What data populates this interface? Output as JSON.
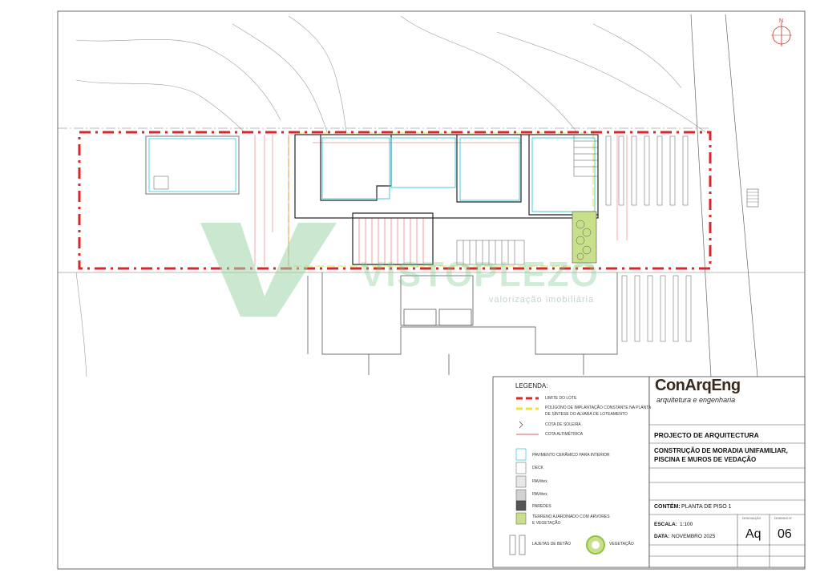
{
  "drawing": {
    "north_label": "N"
  },
  "legend": {
    "title": "LEGENDA:",
    "items": {
      "limite": "LIMITE DO LOTE",
      "poligono_1": "POLÍGONO DE IMPLANTAÇÃO CONSTANTE NA PLANTA",
      "poligono_2": "DE SÍNTESE DO ALVARÁ DE LOTEAMENTO",
      "cota_soleira": "COTA DE SOLEIRA",
      "cota_altimetrica": "COTA ALTIMÉTRICA",
      "pavimento": "PAVIMENTO CERÂMICO PARA INTERIOR",
      "deck": "DECK",
      "pav1": "PAVêtex",
      "pav2": "PAVêtex",
      "paredes": "PAREDES",
      "terreno_1": "TERRENO AJARDINADO COM ÁRVORES",
      "terreno_2": "E VEGETAÇÃO",
      "lajetas": "LAJETAS DE BETÃO",
      "vegetacao": "VEGETAÇÃO"
    },
    "colors": {
      "limit_red": "#d9262b",
      "polygon_yellow": "#e8e23a",
      "deck_cyan": "#35c4d8",
      "wall_gray": "#555555",
      "garden_green": "#c9e08a"
    }
  },
  "title_block": {
    "company": "ConArqEng",
    "company_sub": "arquitetura e engenharia",
    "project_type": "PROJECTO DE ARQUITECTURA",
    "project_line1": "CONSTRUÇÃO DE MORADIA UNIFAMILIAR,",
    "project_line2": "PISCINA E MUROS DE VEDAÇÃO",
    "content_label": "CONTÉM:",
    "content_value": "PLANTA DE PISO 1",
    "scale_label": "ESCALA:",
    "scale_value": "1:100",
    "date_label": "DATA:",
    "date_value": "NOVEMBRO 2025",
    "designation": "Aq",
    "sheet_number": "06",
    "designation_label": "DESIGNAÇÃO",
    "sheet_label": "DESENHO Nº"
  },
  "watermark": {
    "text": "VISTOPLEZO",
    "sub": "valorização imobiliária"
  }
}
